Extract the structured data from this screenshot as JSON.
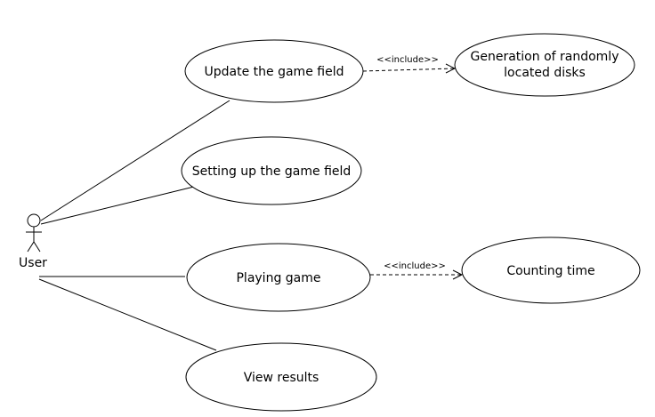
{
  "actor": {
    "label": "User"
  },
  "use_cases": {
    "update": "Update the game field",
    "generation_line1": "Generation of randomly",
    "generation_line2": "located disks",
    "setting_up": "Setting up the game field",
    "playing": "Playing game",
    "counting": "Counting time",
    "view_results": "View results"
  },
  "relations": {
    "include_1": "<<include>>",
    "include_2": "<<include>>"
  },
  "colors": {
    "stroke": "#000000",
    "background": "#ffffff"
  }
}
